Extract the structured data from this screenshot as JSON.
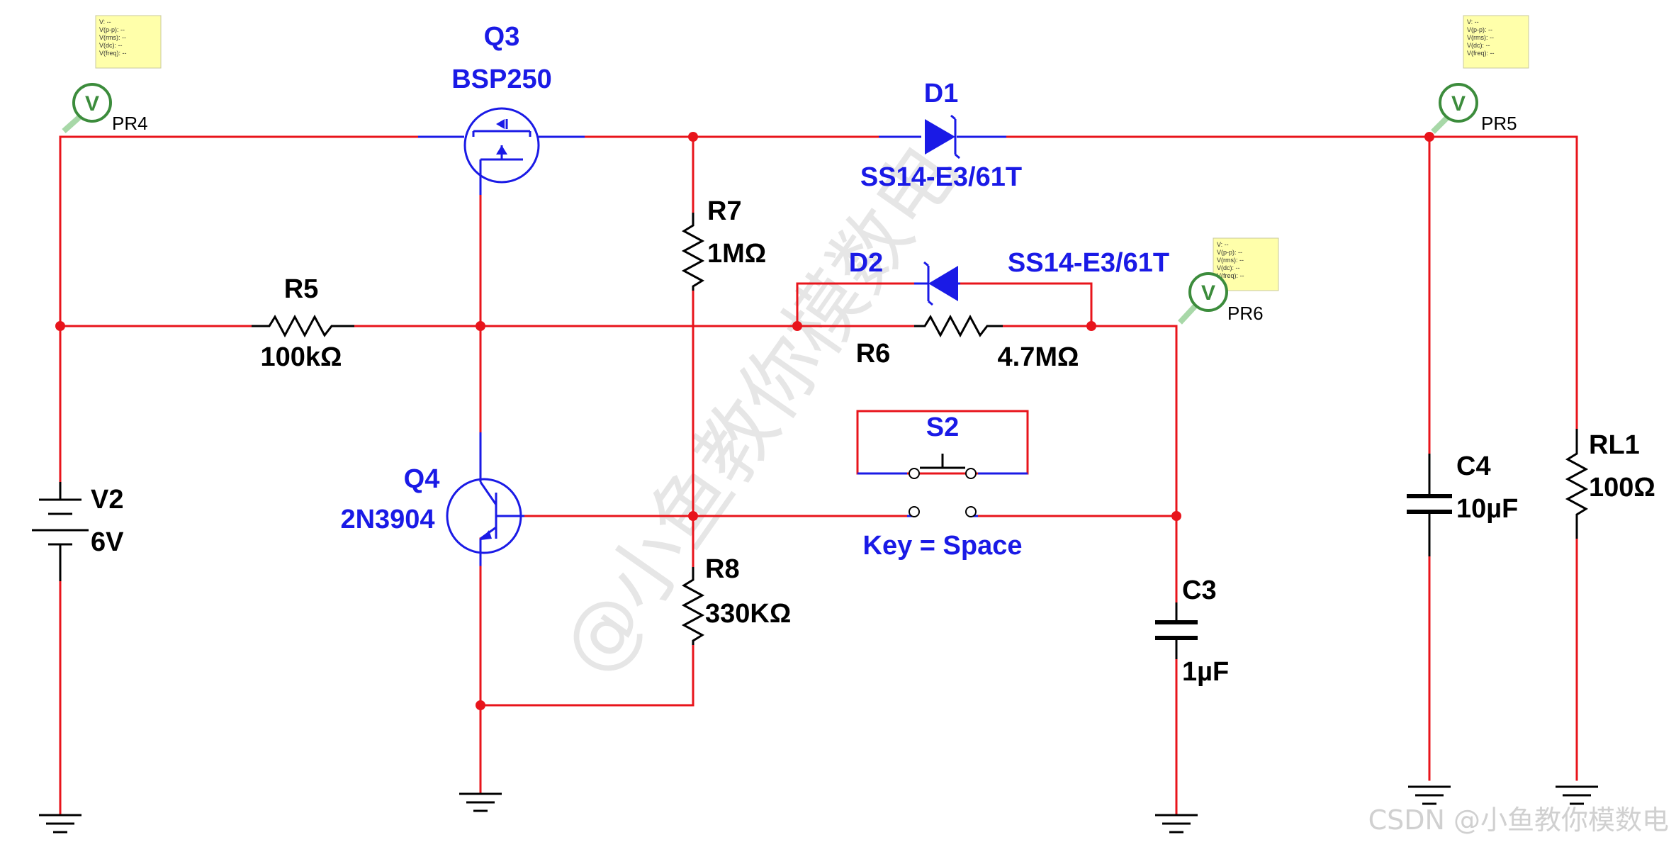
{
  "components": {
    "q3": {
      "ref": "Q3",
      "value": "BSP250"
    },
    "q4": {
      "ref": "Q4",
      "value": "2N3904"
    },
    "d1": {
      "ref": "D1",
      "value": "SS14-E3/61T"
    },
    "d2": {
      "ref": "D2",
      "value": "SS14-E3/61T"
    },
    "r5": {
      "ref": "R5",
      "value": "100kΩ"
    },
    "r6": {
      "ref": "R6",
      "value": "4.7MΩ"
    },
    "r7": {
      "ref": "R7",
      "value": "1MΩ"
    },
    "r8": {
      "ref": "R8",
      "value": "330KΩ"
    },
    "v2": {
      "ref": "V2",
      "value": "6V"
    },
    "c3": {
      "ref": "C3",
      "value": "1µF"
    },
    "c4": {
      "ref": "C4",
      "value": "10µF"
    },
    "rl1": {
      "ref": "RL1",
      "value": "100Ω"
    },
    "s2": {
      "ref": "S2",
      "value": "Key = Space"
    }
  },
  "probes": {
    "pr4": {
      "name": "PR4",
      "symbol": "V"
    },
    "pr5": {
      "name": "PR5",
      "symbol": "V"
    },
    "pr6": {
      "name": "PR6",
      "symbol": "V"
    },
    "readout_lines": [
      "V: --",
      "V(p-p): --",
      "V(rms): --",
      "V(dc): --",
      "V(freq): --"
    ]
  },
  "watermark": {
    "corner": "CSDN @小鱼教你模数电",
    "diagonal": "@小鱼教你模数电"
  },
  "colors": {
    "wire": "#e8141b",
    "component_blue": "#1a1ae6",
    "label_black": "#000000",
    "probe_green": "#3c8c3c",
    "probe_box": "#ffffaa"
  }
}
